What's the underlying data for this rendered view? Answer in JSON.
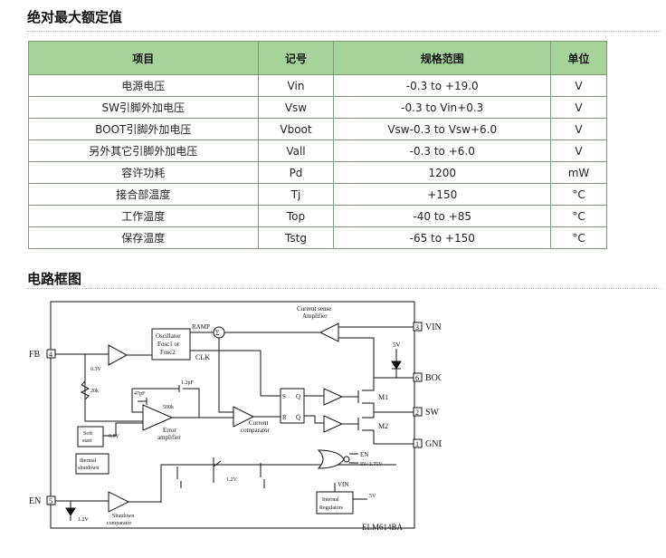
{
  "sections": {
    "ratings_title": "绝对最大额定值",
    "diagram_title": "电路框图"
  },
  "table": {
    "headers": [
      "项目",
      "记号",
      "规格范围",
      "单位"
    ],
    "rows": [
      [
        "电源电压",
        "Vin",
        "-0.3 to +19.0",
        "V"
      ],
      [
        "SW引脚外加电压",
        "Vsw",
        "-0.3 to Vin+0.3",
        "V"
      ],
      [
        "BOOT引脚外加电压",
        "Vboot",
        "Vsw-0.3 to Vsw+6.0",
        "V"
      ],
      [
        "另外其它引脚外加电压",
        "Vall",
        "-0.3 to +6.0",
        "V"
      ],
      [
        "容许功耗",
        "Pd",
        "1200",
        "mW"
      ],
      [
        "接合部温度",
        "Tj",
        "+150",
        "°C"
      ],
      [
        "工作温度",
        "Top",
        "-40 to +85",
        "°C"
      ],
      [
        "保存温度",
        "Tstg",
        "-65 to +150",
        "°C"
      ]
    ]
  },
  "diagram": {
    "part_no": "ELM614BA",
    "pins": {
      "fb": {
        "name": "FB",
        "num": "4"
      },
      "en": {
        "name": "EN",
        "num": "5"
      },
      "vin": {
        "name": "VIN",
        "num": "3"
      },
      "boot": {
        "name": "BOOT",
        "num": "6"
      },
      "sw": {
        "name": "SW",
        "num": "2"
      },
      "gnd": {
        "name": "GND",
        "num": "1"
      }
    },
    "labels": {
      "osc_1": "Oscillator",
      "osc_2": "Fosc1 or",
      "osc_3": "Fosc2",
      "ramp": "RAMP",
      "clk": "CLK",
      "sum": "Σ",
      "cs_amp_1": "Current sense",
      "cs_amp_2": "Amplifier",
      "v5_top": "5V",
      "m1": "M1",
      "m2": "M2",
      "ff_s": "S",
      "ff_r": "R",
      "ff_q": "Q",
      "ff_qb": "Q̄",
      "cur_comp_1": "Current",
      "cur_comp_2": "comparator",
      "err_amp_1": "Error",
      "err_amp_2": "amplifier",
      "cap_47": "47pF",
      "cap_12": "1.2pF",
      "res_500k": "500k",
      "res_20k": "20k",
      "v03": "0.3V",
      "v08": "0.8V",
      "soft_1": "Soft",
      "soft_2": "start",
      "thermal_1": "thermal",
      "thermal_2": "shutdown",
      "v12_mid": "1.2V",
      "en_out": "EN",
      "en_cond": "IN<3.75V",
      "vin_reg": "VIN",
      "reg_1": "Internal",
      "reg_2": "Regulators",
      "v5_reg": "5V",
      "v12_en": "1.2V",
      "sd_1": "Shutdown",
      "sd_2": "comparator"
    }
  }
}
